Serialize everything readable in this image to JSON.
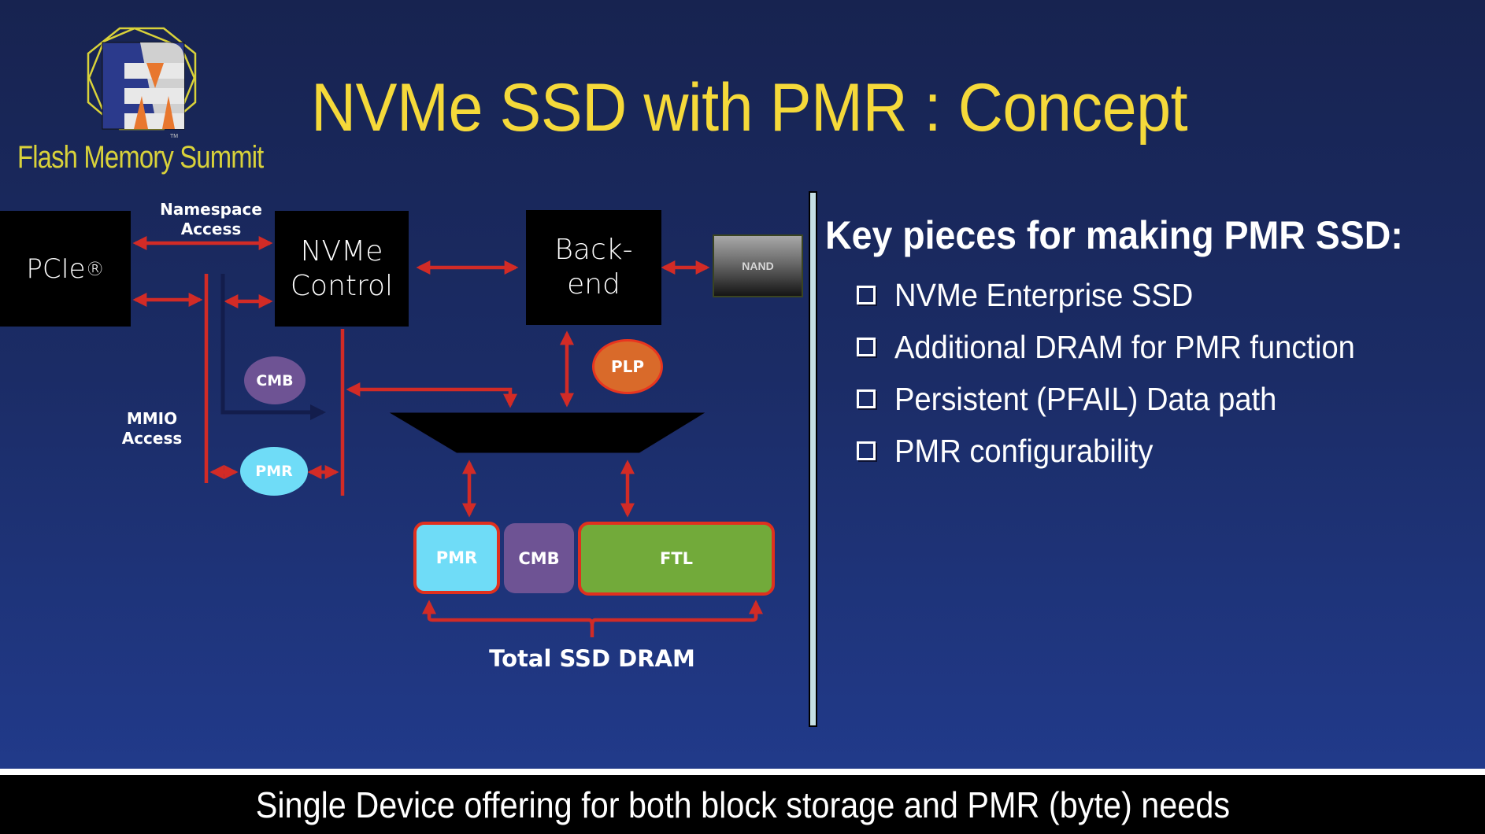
{
  "logo": {
    "name": "Flash Memory Summit",
    "trademark": "TM",
    "colors": {
      "octagon": "#d9d23a",
      "blue": "#2b3a8c",
      "gray": "#d0d0d0",
      "orange": "#e8772e"
    }
  },
  "title": "NVMe SSD with PMR : Concept",
  "diagram": {
    "pcie": {
      "label": "PCIe",
      "superscript": "®"
    },
    "nvme_control": {
      "line1": "NVMe",
      "line2": "Control"
    },
    "backend": {
      "line1": "Back-",
      "line2": "end"
    },
    "nand": "NAND",
    "namespace_access": {
      "line1": "Namespace",
      "line2": "Access"
    },
    "mmio_access": {
      "line1": "MMIO",
      "line2": "Access"
    },
    "cmb_bubble": "CMB",
    "pmr_bubble": "PMR",
    "plp": "PLP",
    "dram_blocks": [
      {
        "label": "PMR",
        "color": "#6fdcf7"
      },
      {
        "label": "CMB",
        "color": "#6e5394"
      },
      {
        "label": "FTL",
        "color": "#72aa3a"
      }
    ],
    "total_label": "Total SSD DRAM",
    "arrow_color": "#d22b26"
  },
  "key_pieces": {
    "heading": "Key pieces for making PMR SSD:",
    "items": [
      "NVMe Enterprise SSD",
      "Additional DRAM for PMR function",
      "Persistent (PFAIL) Data path",
      "PMR configurability"
    ]
  },
  "footer": "Single Device offering for both block storage and PMR (byte) needs"
}
